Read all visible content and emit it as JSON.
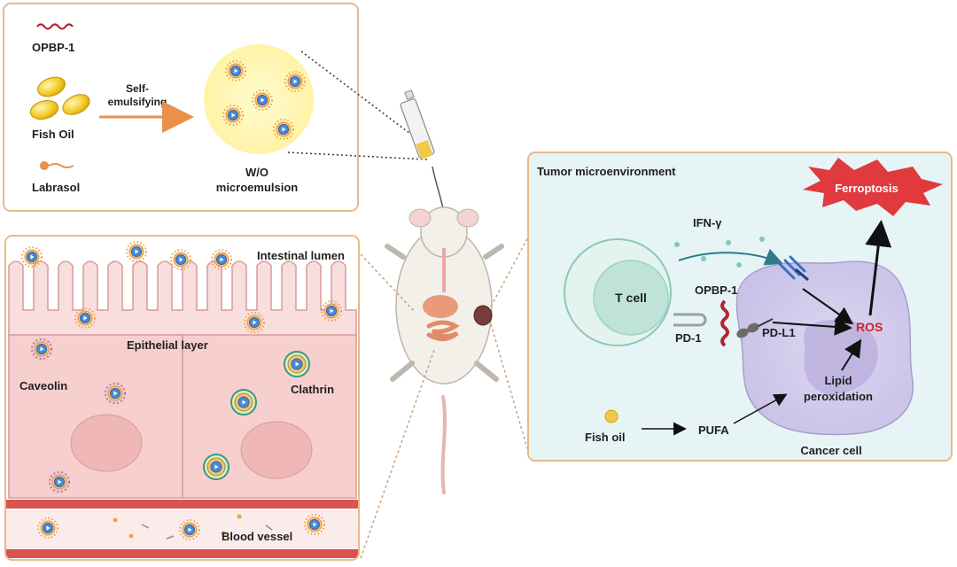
{
  "prep_panel": {
    "opbp1_label": "OPBP-1",
    "fish_oil_label": "Fish Oil",
    "labrasol_label": "Labrasol",
    "arrow_label_line1": "Self-",
    "arrow_label_line2": "emulsifying",
    "result_line1": "W/O",
    "result_line2": "microemulsion"
  },
  "intestine_panel": {
    "lumen_label": "Intestinal lumen",
    "epithelial_label": "Epithelial layer",
    "caveolin_label": "Caveolin",
    "clathrin_label": "Clathrin",
    "vessel_label": "Blood vessel"
  },
  "tumor_panel": {
    "title": "Tumor microenvironment",
    "ferroptosis_label": "Ferroptosis",
    "ifn_label": "IFN-γ",
    "tcell_label": "T cell",
    "opbp1_label": "OPBP-1",
    "pd1_label": "PD-1",
    "pdl1_label": "PD-L1",
    "ros_label": "ROS",
    "lipid_line1": "Lipid",
    "lipid_line2": "peroxidation",
    "fish_oil_label": "Fish oil",
    "pufa_label": "PUFA",
    "cancer_label": "Cancer cell"
  },
  "colors": {
    "panel_border": "#e8b98a",
    "tumor_bg": "#e6f4f6",
    "intestine_tissue": "#f7cfcf",
    "vessel": "#d9534f",
    "ros": "#d2232a",
    "ferroptosis_burst": "#e0393e"
  }
}
